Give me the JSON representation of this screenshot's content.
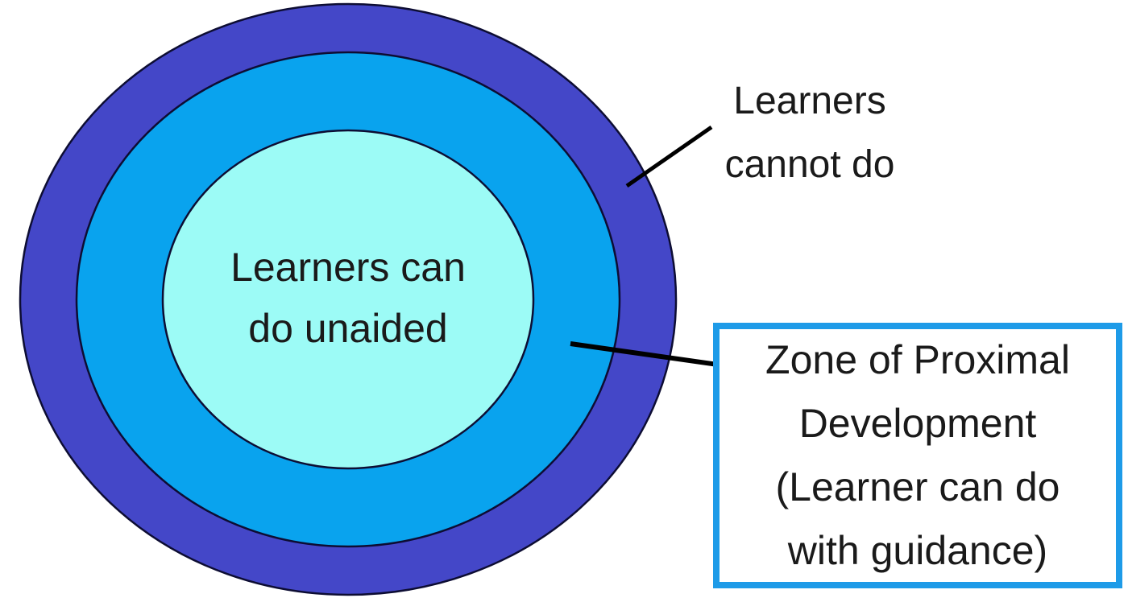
{
  "colors": {
    "background": "#ffffff",
    "outer_ring": "#4447C8",
    "middle_ring": "#09A3EE",
    "inner_circle": "#9CFBF6",
    "ellipse_outline": "#0D0D33",
    "callout_line": "#000000",
    "zpd_box_border": "#1E9BE8",
    "zpd_box_background": "#ffffff",
    "text_color": "#1a1a1a"
  },
  "diagram": {
    "outer_region_label": {
      "line1": "Learners",
      "line2": "cannot do"
    },
    "inner_circle_label": {
      "line1": "Learners can",
      "line2": "do unaided"
    },
    "zpd_box_label": {
      "line1": "Zone of Proximal",
      "line2": "Development",
      "line3": "(Learner can do",
      "line4": "with guidance)"
    }
  }
}
